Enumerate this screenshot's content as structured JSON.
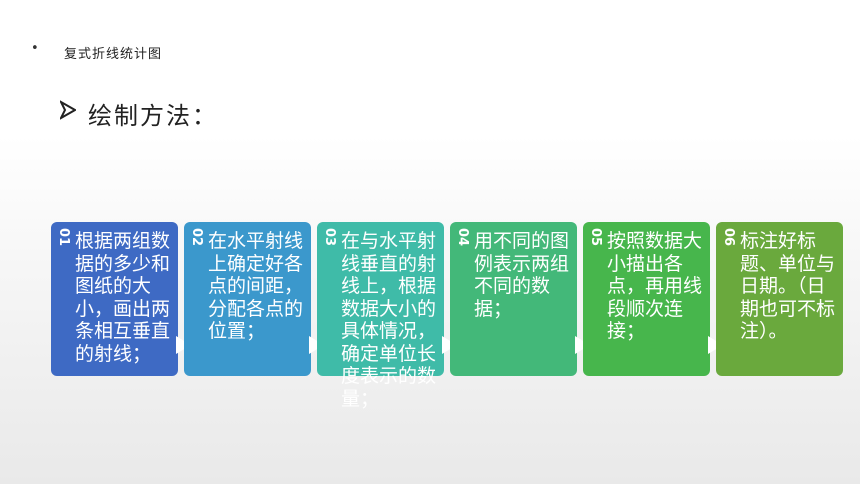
{
  "header": {
    "bullet": "•",
    "title": "复式折线统计图"
  },
  "method": {
    "title": "绘制方法："
  },
  "steps": [
    {
      "num": "01",
      "text": "根据两组数据的多少和图纸的大小，画出两条相互垂直的射线；",
      "color": "#3e6ac4"
    },
    {
      "num": "02",
      "text": "在水平射线上确定好各点的间距，分配各点的位置；",
      "color": "#3b98cc"
    },
    {
      "num": "03",
      "text": "在与水平射线垂直的射线上，根据数据大小的具体情况，确定单位长度表示的数量；",
      "color": "#3fbba8"
    },
    {
      "num": "04",
      "text": "用不同的图例表示两组不同的数据；",
      "color": "#43b879"
    },
    {
      "num": "05",
      "text": "按照数据大小描出各点，再用线段顺次连接；",
      "color": "#47b64c"
    },
    {
      "num": "06",
      "text": "标注好标题、单位与日期。（日期也可不标注）。",
      "color": "#6aa93d"
    }
  ]
}
